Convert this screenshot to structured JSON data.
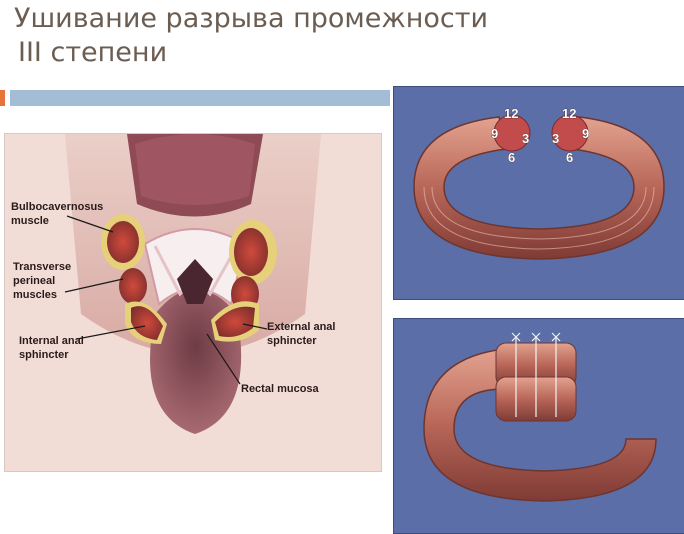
{
  "slide": {
    "title_line1": "Ушивание разрыва промежности",
    "title_line2": "III степени",
    "accent_color": "#e7723a",
    "bar_color": "#a3bdd6"
  },
  "anatomy": {
    "labels": {
      "bulbo1": "Bulbocavernosus",
      "bulbo2": "muscle",
      "trans1": "Transverse",
      "trans2": "perineal",
      "trans3": "muscles",
      "int1": "Internal anal",
      "int2": "sphincter",
      "ext1": "External anal",
      "ext2": "sphincter",
      "mucosa": "Rectal mucosa"
    }
  },
  "sphincter_torn": {
    "left_end": {
      "top": "12",
      "left": "9",
      "right": "3",
      "bottom": "6"
    },
    "right_end": {
      "top": "12",
      "left": "3",
      "right": "9",
      "bottom": "6"
    }
  },
  "sphincter_repaired": {}
}
